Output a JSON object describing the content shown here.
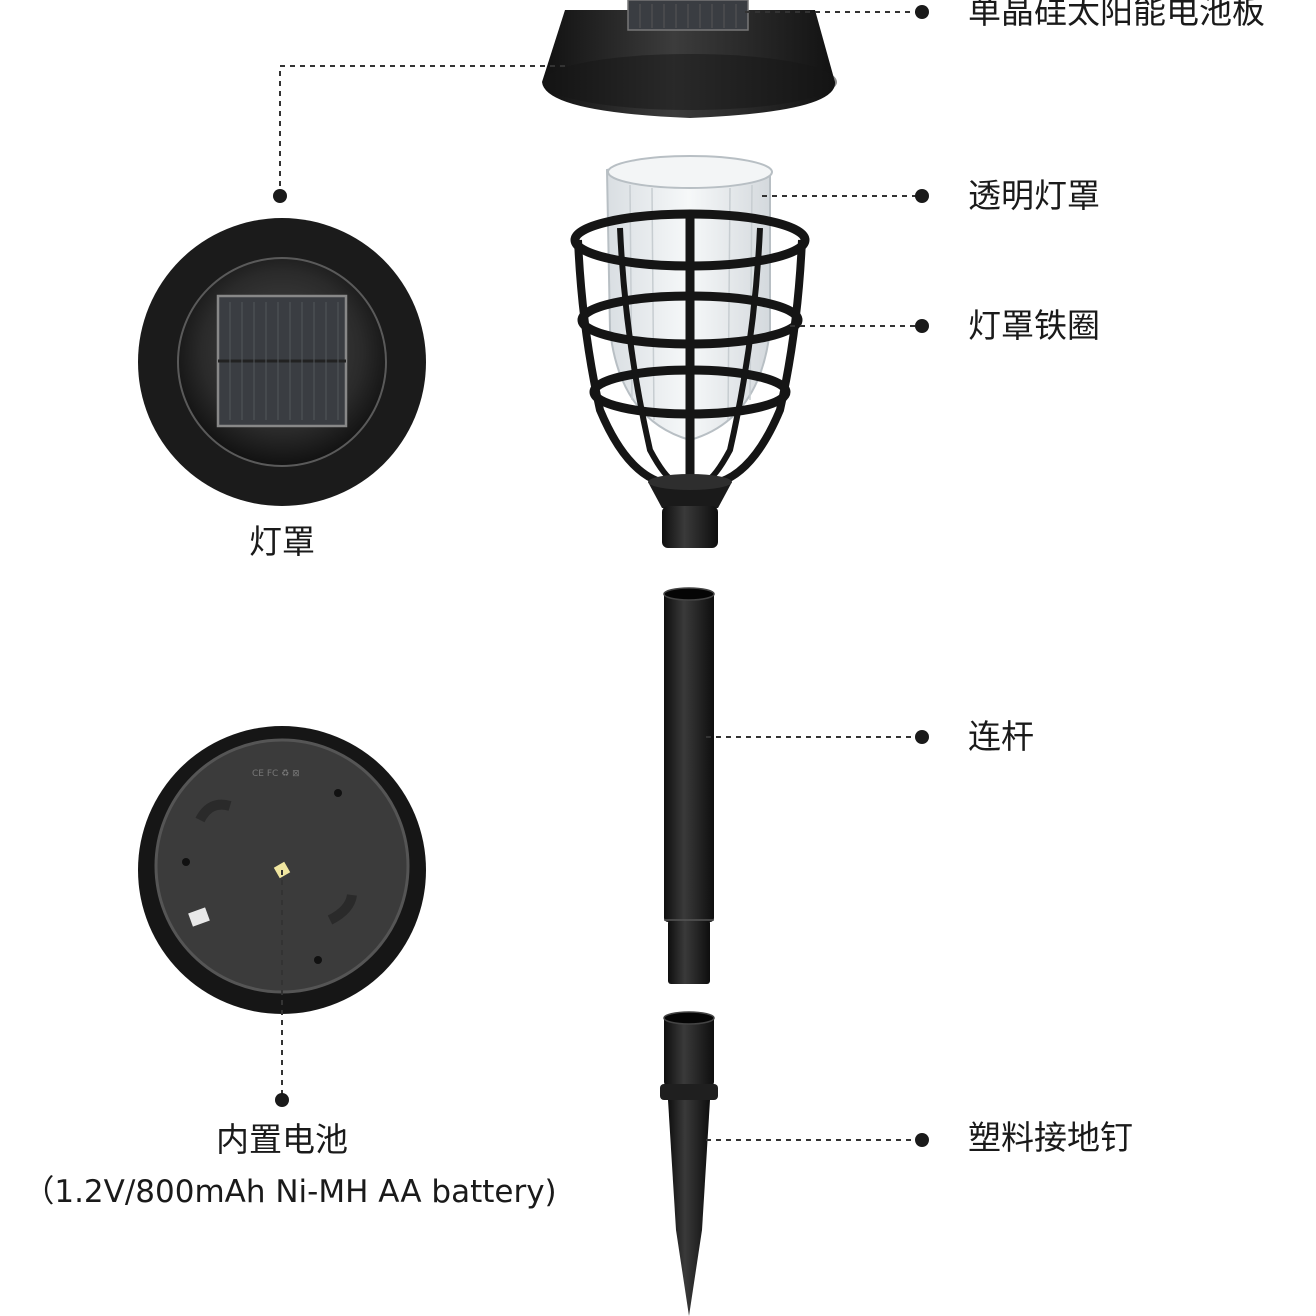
{
  "labels": {
    "solar_panel": "单晶硅太阳能电池板",
    "clear_shade": "透明灯罩",
    "iron_ring": "灯罩铁圈",
    "rod": "连杆",
    "ground_stake": "塑料接地钉"
  },
  "captions": {
    "lamp_cap": "灯罩",
    "battery_title": "内置电池",
    "battery_spec": "（1.2V/800mAh Ni-MH AA battery)"
  },
  "colors": {
    "body": "#1d1d1d",
    "panel": "#3a3d42",
    "leader": "#333333",
    "glass": "#e8ecef"
  }
}
